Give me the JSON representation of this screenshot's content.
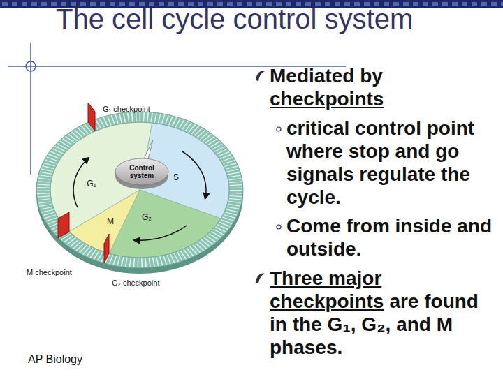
{
  "diagram": {
    "title": "The cell cycle control system",
    "nodes": [
      {
        "text": [
          "Control system"
        ]
      },
      {
        "text": [
          "G₁"
        ]
      },
      {
        "text": [
          "S"
        ]
      },
      {
        "text": [
          "M"
        ]
      },
      {
        "text": [
          "G₂"
        ]
      }
    ],
    "labels": [
      "G₁ checkpoint",
      "M checkpoint",
      "G₂ checkpoint",
      "Mediated by",
      "checkpoints",
      "critical control point where stop and go signals regulate the cycle.",
      "Come from inside and outside.",
      "Three major checkpoints",
      "are found in the G₁, G₂, and M phases.",
      "AP Biology"
    ]
  }
}
